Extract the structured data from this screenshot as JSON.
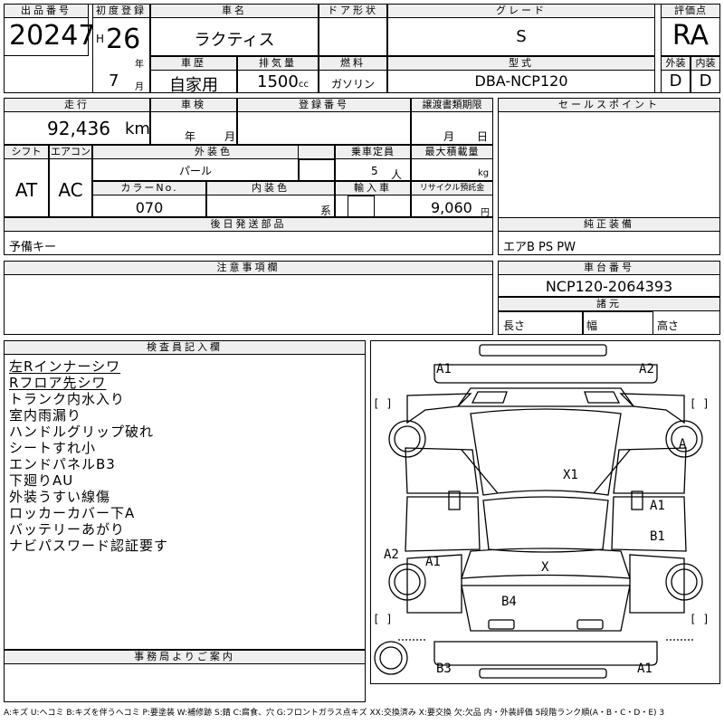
{
  "header": {
    "lot_no_label": "出品番号",
    "lot_no": "20247",
    "first_reg_label": "初度登録",
    "era": "H",
    "year": "26",
    "year_unit": "年",
    "month": "7",
    "month_unit": "月",
    "car_name_label": "車名",
    "car_name": "ラクティス",
    "door_label": "ドア形状",
    "door": "",
    "grade_label": "グレード",
    "grade": "S",
    "score_label": "評価点",
    "score": "RA",
    "history_label": "車歴",
    "history": "自家用",
    "displacement_label": "排気量",
    "displacement": "1500",
    "displacement_unit": "cc",
    "fuel_label": "燃料",
    "fuel": "ガソリン",
    "model_label": "型式",
    "model": "DBA-NCP120",
    "ext_label": "外装",
    "ext_grade": "D",
    "int_label": "内装",
    "int_grade": "D"
  },
  "details": {
    "mileage_label": "走行",
    "mileage": "92,436",
    "mileage_unit": "km",
    "inspection_label": "車検",
    "inspection_year_unit": "年",
    "inspection_month_unit": "月",
    "reg_no_label": "登録番号",
    "transfer_label": "譲渡書類期限",
    "transfer_month_unit": "月",
    "transfer_day_unit": "日",
    "sales_label": "セールスポイント",
    "shift_label": "シフト",
    "shift": "AT",
    "ac_label": "エアコン",
    "ac": "AC",
    "ext_color_label": "外装色",
    "ext_color": "パール",
    "capacity_label": "乗車定員",
    "capacity": "5",
    "capacity_unit": "人",
    "max_load_label": "最大積載量",
    "max_load_unit": "kg",
    "color_no_label": "カラーNo.",
    "color_no": "070",
    "int_color_label": "内装色",
    "int_color_unit": "系",
    "import_label": "輸入車",
    "recycle_label": "リサイクル預託金",
    "recycle": "9,060",
    "recycle_unit": "円",
    "later_parts_label": "後日発送部品",
    "later_parts": "予備キー",
    "equipment_label": "純正装備",
    "equipment": "エアB PS PW",
    "caution_label": "注意事項欄",
    "chassis_label": "車台番号",
    "chassis": "NCP120-2064393",
    "spec_label": "諸元",
    "length_label": "長さ",
    "width_label": "幅",
    "height_label": "高さ"
  },
  "inspector": {
    "label": "検査員記入欄",
    "lines": [
      "左Rインナーシワ",
      "Rフロア先シワ",
      "トランク内水入り",
      "室内雨漏り",
      "ハンドルグリップ破れ",
      "シートすれ小",
      "エンドパネルB3",
      "下廻りAU",
      "外装うすい線傷",
      "ロッカーカバー下A",
      "バッテリーあがり",
      "ナビパスワード認証要す"
    ]
  },
  "office": {
    "label": "事務局よりご案内"
  },
  "diagram_marks": {
    "a1_fl": "A1",
    "a2_fr": "A2",
    "a_right": "A",
    "x1": "X1",
    "a1_r": "A1",
    "b1_r": "B1",
    "a2_l": "A2",
    "a1_l": "A1",
    "x": "X",
    "b4": "B4",
    "b3": "B3",
    "a1_rear": "A1",
    "bracket": "[ ]"
  },
  "footer": "A:キズ U:ヘコミ B:キズを伴うヘコミ P:要塗装 W:補修跡 S:錆 C:腐食、穴 G:フロントガラス点キズ XX:交換済み X:要交換 欠:欠品 内・外装評価 5段階ランク順(A・B・C・D・E) 3"
}
